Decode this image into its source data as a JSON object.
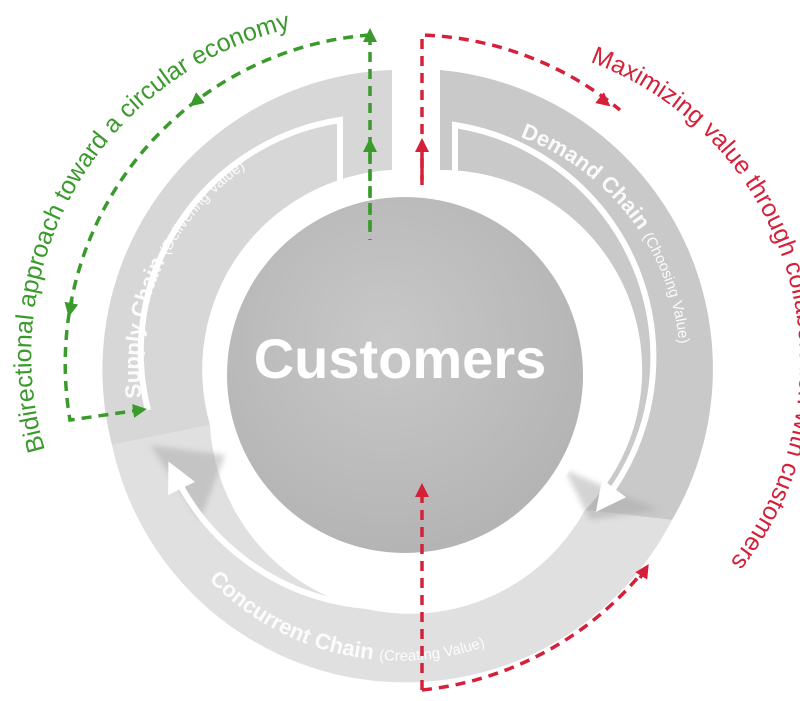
{
  "center": {
    "label": "Customers"
  },
  "chains": {
    "supply": {
      "name": "Supply Chain",
      "sub": "(Delivering Value)"
    },
    "demand": {
      "name": "Demand Chain",
      "sub": "(Choosing Value)"
    },
    "concurrent": {
      "name": "Concurrent Chain",
      "sub": "(Creating Value)"
    }
  },
  "annotations": {
    "left": "Bidirectional approach toward a circular economy",
    "right": "Maximizing value through collaboration with customers"
  },
  "colors": {
    "green": "#3a9a2c",
    "red": "#d6203a",
    "ring": "#d4d4d4",
    "center": "#bfbfbf"
  }
}
